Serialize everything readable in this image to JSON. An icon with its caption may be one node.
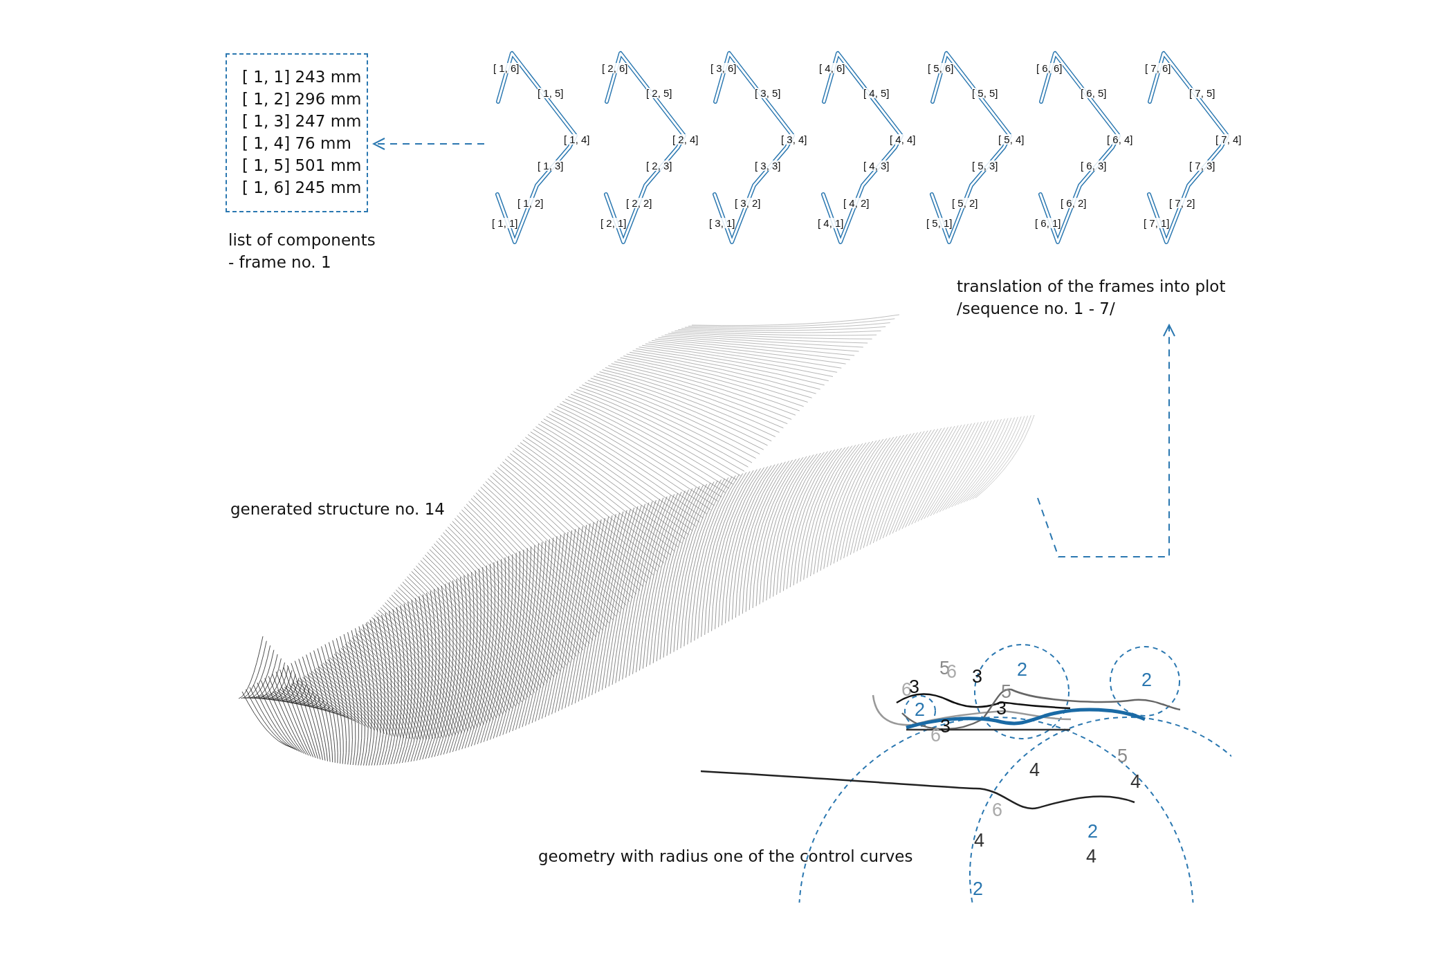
{
  "diagram": {
    "nodes": [
      {
        "text": [
          "[ 1, 1]  243 mm",
          "[ 1, 2]  296 mm",
          "[ 1, 3]  247 mm",
          "[ 1, 4]  76 mm",
          "[ 1, 5]  501 mm",
          "[ 1, 6]  245 mm",
          "list of components - frame no. 1"
        ]
      },
      {
        "text": [
          "translation of the frames into plot /sequence no. 1 - 7/"
        ]
      },
      {
        "text": [
          "generated structure no. 14"
        ]
      },
      {
        "text": [
          "geometry with radius one of the control curves"
        ]
      }
    ],
    "edges": [
      {
        "from": 1,
        "to": 0,
        "arrow": "to",
        "style": "dashed"
      },
      {
        "from": 2,
        "to": 1,
        "arrow": "to",
        "style": "dashed"
      }
    ],
    "labels": [
      "[ 1, 6]",
      "[ 1, 5]",
      "[ 1, 4]",
      "[ 1, 3]",
      "[ 1, 2]",
      "[ 1, 1]",
      "[ 2, 6]",
      "[ 2, 5]",
      "[ 2, 4]",
      "[ 2, 3]",
      "[ 2, 2]",
      "[ 2, 1]",
      "[ 3, 6]",
      "[ 3, 5]",
      "[ 3, 4]",
      "[ 3, 3]",
      "[ 3, 2]",
      "[ 3, 1]",
      "[ 4, 6]",
      "[ 4, 5]",
      "[ 4, 4]",
      "[ 4, 3]",
      "[ 4, 2]",
      "[ 4, 1]",
      "[ 5, 6]",
      "[ 5, 5]",
      "[ 5, 4]",
      "[ 5, 3]",
      "[ 5, 2]",
      "[ 5, 1]",
      "[ 6, 6]",
      "[ 6, 5]",
      "[ 6, 4]",
      "[ 6, 3]",
      "[ 6, 2]",
      "[ 6, 1]",
      "[ 7, 6]",
      "[ 7, 5]",
      "[ 7, 4]",
      "[ 7, 3]",
      "[ 7, 2]",
      "[ 7, 1]",
      "5",
      "6",
      "3",
      "2",
      "2",
      "6",
      "3",
      "2",
      "5",
      "3",
      "3",
      "6",
      "5",
      "4",
      "4",
      "6",
      "2",
      "4",
      "4",
      "2"
    ]
  }
}
